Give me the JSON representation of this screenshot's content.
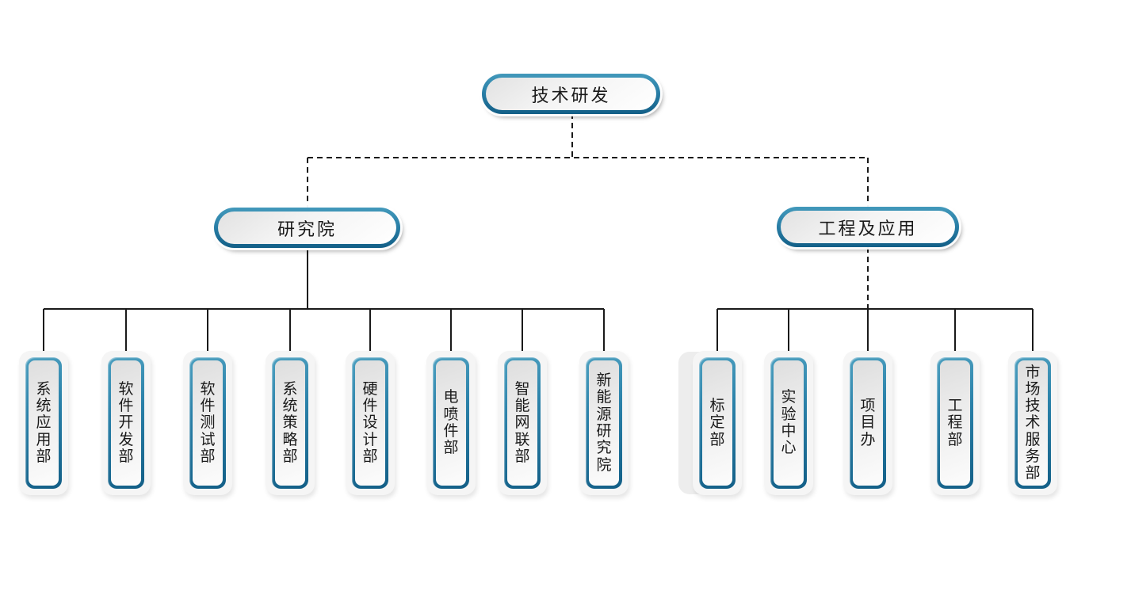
{
  "org_chart": {
    "root": {
      "label": "技术研发"
    },
    "branches": [
      {
        "label": "研究院",
        "children": [
          {
            "label": "系统应用部"
          },
          {
            "label": "软件开发部"
          },
          {
            "label": "软件测试部"
          },
          {
            "label": "系统策略部"
          },
          {
            "label": "硬件设计部"
          },
          {
            "label": "电喷件部"
          },
          {
            "label": "智能网联部"
          },
          {
            "label": "新能源研究院"
          }
        ]
      },
      {
        "label": "工程及应用",
        "children": [
          {
            "label": "标定部"
          },
          {
            "label": "实验中心"
          },
          {
            "label": "项目办"
          },
          {
            "label": "工程部"
          },
          {
            "label": "市场技术服务部"
          }
        ]
      }
    ]
  },
  "colors": {
    "accent_teal_light": "#4399bb",
    "accent_teal_dark": "#135f87",
    "node_fill_top": "#e2e2e2",
    "node_fill_bottom": "#ffffff",
    "halo": "#f5f5f5",
    "connector": "#1a1a1a"
  }
}
